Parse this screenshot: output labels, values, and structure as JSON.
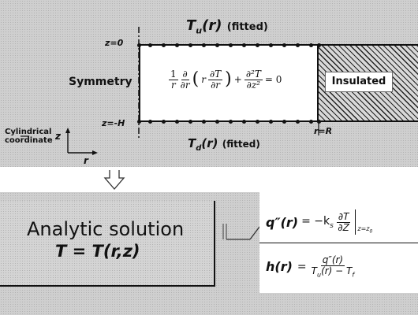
{
  "top": {
    "tu_label": "T",
    "tu_sub": "u",
    "tu_arg": "(r)",
    "tu_note": "(fitted)",
    "z0": "z=0",
    "zH": "z=-H",
    "symmetry": "Symmetry",
    "insulated": "Insulated",
    "td_label": "T",
    "td_sub": "d",
    "td_arg": "(r)",
    "td_note": "(fitted)",
    "rR": "r=R",
    "cyl_line1": "Cylindrical",
    "cyl_line2": "coordinate",
    "axis_z": "z",
    "axis_r": "r"
  },
  "equation": {
    "one": "1",
    "r": "r",
    "partial": "∂",
    "dr": "∂r",
    "T": "∂T",
    "r_in": "r",
    "d2T": "∂²T",
    "dz2": "∂z²",
    "plus": "+",
    "eq_zero": "= 0"
  },
  "bottom": {
    "analytic_title": "Analytic solution",
    "analytic_eq": "T = T(r,z)",
    "q_lhs": "q″(r)",
    "q_eq": "= −k",
    "q_sub": "s",
    "q_num": "∂T",
    "q_den": "∂Z",
    "q_eval": "z=z",
    "q_eval_sub": "0",
    "h_lhs": "h(r)",
    "h_eq": "=",
    "h_num": "q″(r)",
    "h_den_a": "T",
    "h_den_a_sub": "u",
    "h_den_mid": "(r) − T",
    "h_den_b_sub": "f"
  }
}
